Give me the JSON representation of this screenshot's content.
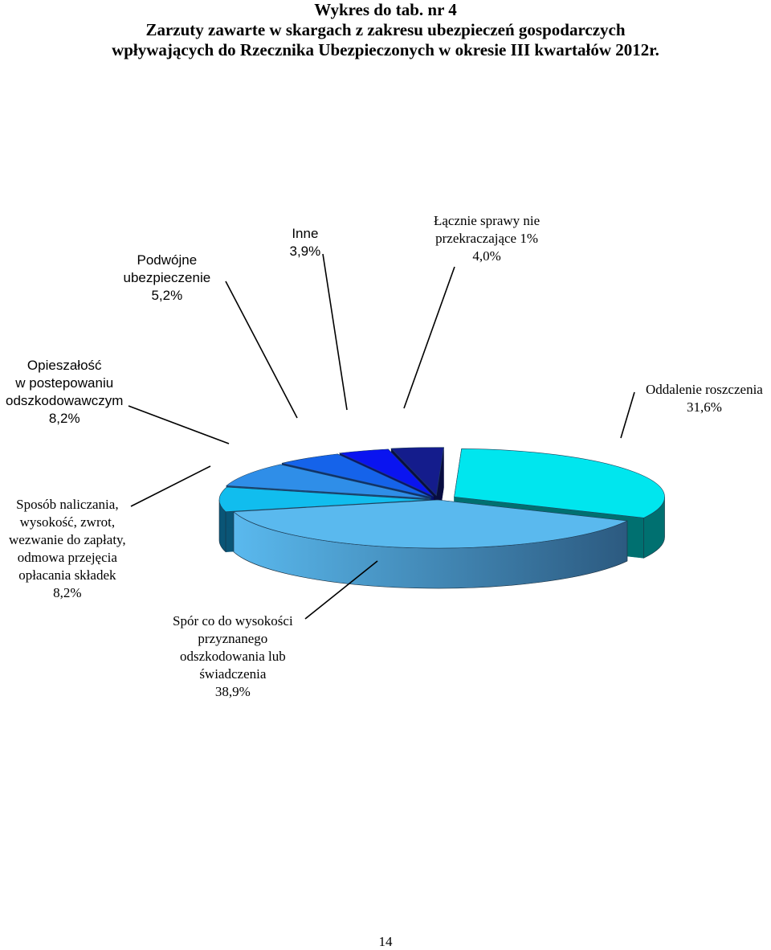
{
  "header": {
    "line1": "Wykres do tab. nr 4",
    "line2": "Zarzuty zawarte w skargach z zakresu ubezpieczeń gospodarczych",
    "line3": "wpływających do Rzecznika Ubezpieczonych w okresie III kwartałów 2012r."
  },
  "chart_data": {
    "type": "pie",
    "title": "Wykres do tab. nr 4 Zarzuty zawarte w skargach z zakresu ubezpieczeń gospodarczych wpływających do Rzecznika Ubezpieczonych w okresie III kwartałów 2012r.",
    "slices": [
      {
        "label_lines": [
          "Oddalenie roszczenia",
          "31,6%"
        ],
        "value": 31.6,
        "color": "#00e6ee",
        "side_color": "#007070"
      },
      {
        "label_lines": [
          "Spór co do wysokości",
          "przyznanego",
          "odszkodowania lub",
          "świadczenia",
          "38,9%"
        ],
        "value": 38.9,
        "color": "#5ab9ee",
        "side_color": "#2c5a80"
      },
      {
        "label_lines": [
          "Sposób naliczania,",
          "wysokość, zwrot,",
          "wezwanie do zapłaty,",
          "odmowa przejęcia",
          "opłacania składek",
          "8,2%"
        ],
        "value": 8.2,
        "color": "#11bdee",
        "side_color": "#0a5576"
      },
      {
        "label_lines": [
          "Opieszałość",
          "w postepowaniu",
          "odszkodowawczym",
          "8,2%"
        ],
        "value": 8.2,
        "color": "#2f8ee8",
        "side_color": "#17457a"
      },
      {
        "label_lines": [
          "Podwójne",
          "ubezpieczenie",
          "5,2%"
        ],
        "value": 5.2,
        "color": "#1563ea",
        "side_color": "#0a2f70"
      },
      {
        "label_lines": [
          "Inne",
          "3,9%"
        ],
        "value": 3.9,
        "color": "#0a14f0",
        "side_color": "#06106f"
      },
      {
        "label_lines": [
          "Łącznie sprawy nie",
          "przekraczające 1%",
          "4,0%"
        ],
        "value": 4.0,
        "color": "#141c8c",
        "side_color": "#080c40"
      }
    ]
  },
  "footer": {
    "page_number": "14"
  }
}
